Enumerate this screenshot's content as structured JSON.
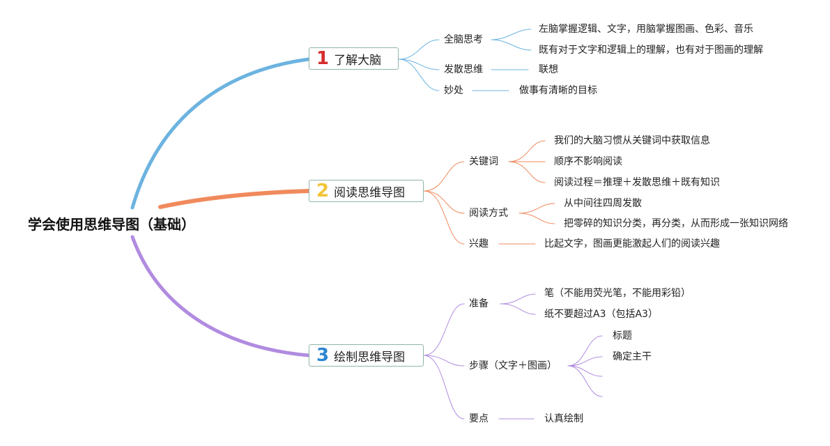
{
  "root": {
    "title": "学会使用思维导图（基础）"
  },
  "colors": {
    "branch1": "#6cb3e0",
    "branch2": "#f08a5d",
    "branch3": "#b18be0",
    "box_border": "#8fb5a7",
    "badge1": "#d62d2d",
    "badge2": "#f2c436",
    "badge3": "#2b86d1"
  },
  "branches": [
    {
      "number": "1",
      "label": "了解大脑",
      "children": [
        {
          "label": "全脑思考",
          "children": [
            {
              "label": "左脑掌握逻辑、文字，用脑掌握图画、色彩、音乐"
            },
            {
              "label": "既有对于文字和逻辑上的理解，也有对于图画的理解"
            }
          ]
        },
        {
          "label": "发散思维",
          "children": [
            {
              "label": "联想"
            }
          ]
        },
        {
          "label": "妙处",
          "children": [
            {
              "label": "做事有清晰的目标"
            }
          ]
        }
      ]
    },
    {
      "number": "2",
      "label": "阅读思维导图",
      "children": [
        {
          "label": "关键词",
          "children": [
            {
              "label": "我们的大脑习惯从关键词中获取信息"
            },
            {
              "label": "顺序不影响阅读"
            },
            {
              "label": "阅读过程＝推理＋发散思维＋既有知识"
            }
          ]
        },
        {
          "label": "阅读方式",
          "children": [
            {
              "label": "从中间往四周发散"
            },
            {
              "label": "把零碎的知识分类，再分类，从而形成一张知识网络"
            }
          ]
        },
        {
          "label": "兴趣",
          "children": [
            {
              "label": "比起文字，图画更能激起人们的阅读兴趣"
            }
          ]
        }
      ]
    },
    {
      "number": "3",
      "label": "绘制思维导图",
      "children": [
        {
          "label": "准备",
          "children": [
            {
              "label": "笔（不能用荧光笔，不能用彩铅）"
            },
            {
              "label": "纸不要超过A3（包括A3）"
            }
          ]
        },
        {
          "label": "步骤（文字＋图画）",
          "children": [
            {
              "label": "标题"
            },
            {
              "label": "确定主干"
            },
            {
              "label": ""
            },
            {
              "label": ""
            }
          ]
        },
        {
          "label": "要点",
          "children": [
            {
              "label": "认真绘制"
            }
          ]
        }
      ]
    }
  ]
}
